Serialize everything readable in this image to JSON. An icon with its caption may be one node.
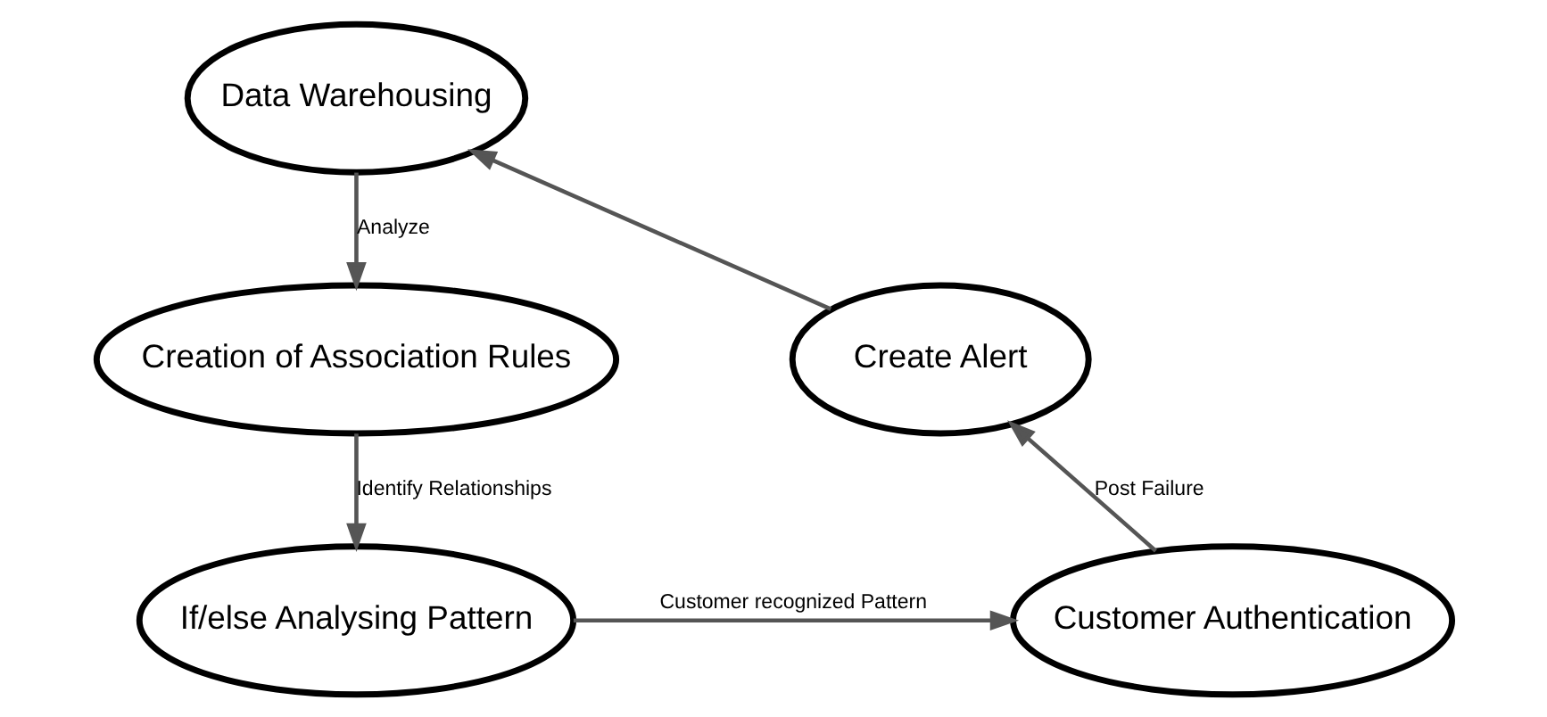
{
  "diagram": {
    "nodes": [
      {
        "text": [
          "Data Warehousing"
        ]
      },
      {
        "text": [
          "Creation of Association Rules"
        ]
      },
      {
        "text": [
          "If/else Analysing Pattern"
        ]
      },
      {
        "text": [
          "Customer Authentication"
        ]
      },
      {
        "text": [
          "Create Alert"
        ]
      }
    ],
    "edges": [
      {
        "from": 4,
        "to": 0,
        "arrow": "to"
      },
      {
        "from": 0,
        "to": 1,
        "arrow": "to",
        "label": "Analyze"
      },
      {
        "from": 1,
        "to": 2,
        "arrow": "to",
        "label": "Identify Relationships"
      },
      {
        "from": 2,
        "to": 3,
        "arrow": "to",
        "label": "Customer recognized Pattern"
      },
      {
        "from": 3,
        "to": 4,
        "arrow": "to",
        "label": "Post Failure"
      }
    ]
  }
}
